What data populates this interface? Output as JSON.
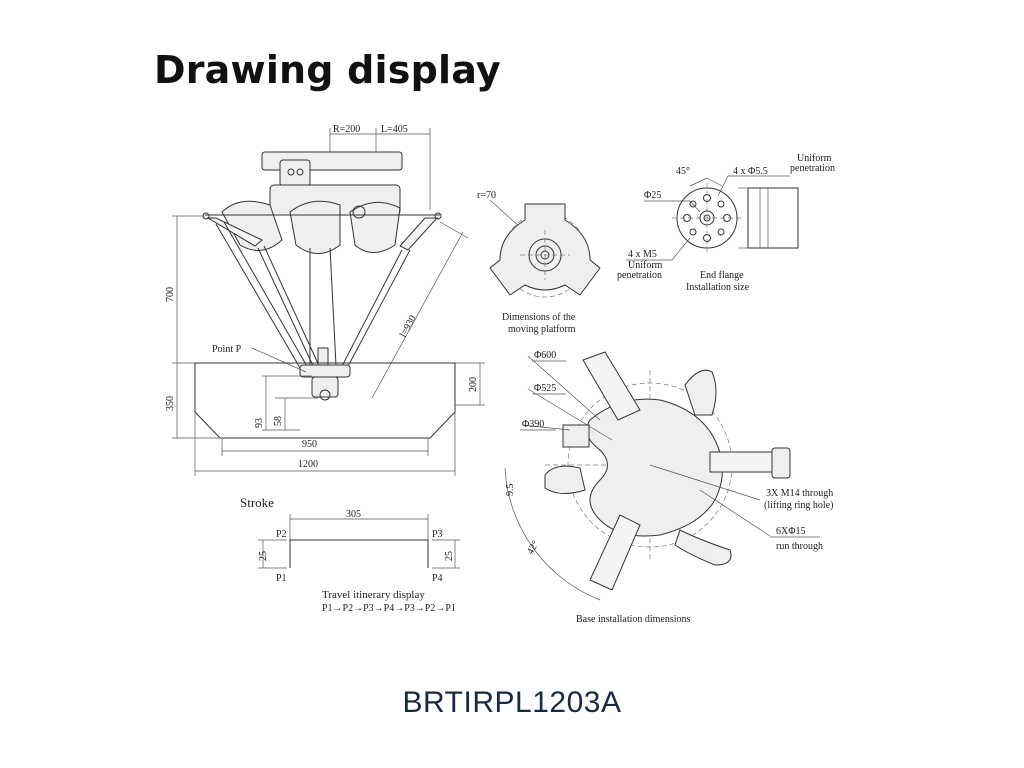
{
  "page": {
    "title": "Drawing display",
    "model": "BRTIRPL1203A"
  },
  "side_view": {
    "dim_R": "R=200",
    "dim_L": "L=405",
    "dim_700": "700",
    "dim_l930": "l=930",
    "point_p": "Point P",
    "dim_350": "350",
    "dim_200": "200",
    "dim_93": "93",
    "dim_58": "58",
    "dim_950": "950",
    "dim_1200": "1200"
  },
  "moving_platform": {
    "dim_r70": "r=70",
    "caption_line1": "Dimensions of the",
    "caption_line2": "moving platform"
  },
  "end_flange": {
    "angle": "45°",
    "holes_top": "4 x Φ5.5",
    "uniform_top_1": "Uniform",
    "uniform_top_2": "penetration",
    "dia": "Φ25",
    "holes_bottom": "4 x M5",
    "uniform_bottom_1": "Uniform",
    "uniform_bottom_2": "penetration",
    "caption_line1": "End flange",
    "caption_line2": "Installation size"
  },
  "base": {
    "d600": "Φ600",
    "d525": "Φ525",
    "d390": "Φ390",
    "dim_95": "9.5",
    "angle_42": "42°",
    "m14_line1": "3X M14 through",
    "m14_line2": "(lifting ring hole)",
    "holes_15": "6XΦ15",
    "run_through": "run through",
    "caption": "Base installation dimensions"
  },
  "stroke": {
    "title": "Stroke",
    "dim_305": "305",
    "p1": "P1",
    "p2": "P2",
    "p3": "P3",
    "p4": "P4",
    "dim_25_left": "25",
    "dim_25_right": "25",
    "itinerary_title": "Travel itinerary display",
    "itinerary_path": "P1→P2→P3→P4→P3→P2→P1"
  }
}
